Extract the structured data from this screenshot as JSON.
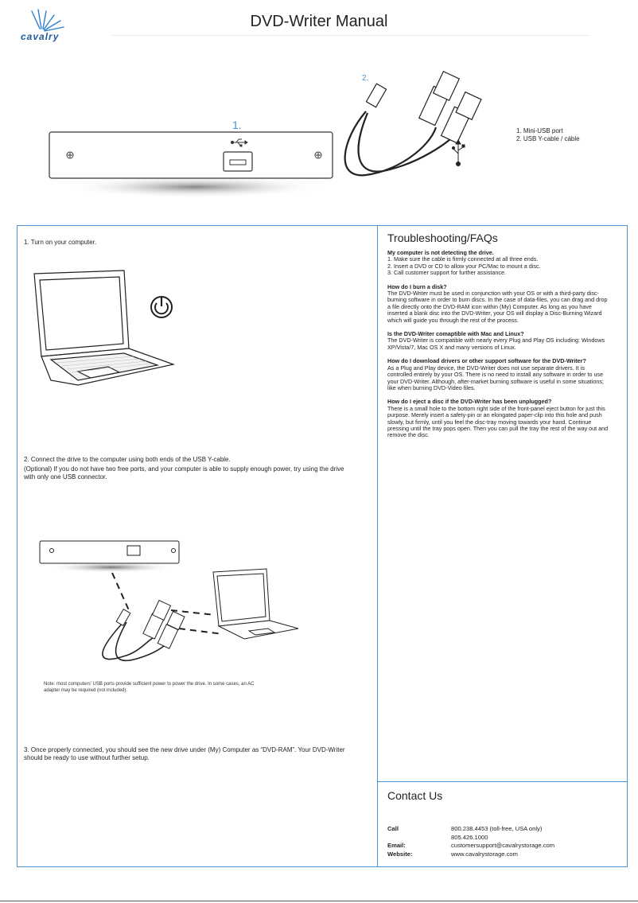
{
  "brand": {
    "name": "cavalry"
  },
  "header": {
    "title": "DVD-Writer Manual"
  },
  "ports": {
    "num1": "1.",
    "num2": "2.",
    "legend": [
      "1. Mini-USB port",
      "2. USB Y-cable / cáble"
    ]
  },
  "steps": {
    "step1": "1. Turn on your computer.",
    "step2_line1": "2. Connect the drive to the computer using both ends of the USB Y-cable.",
    "step2_line2": "(Optional) If you do not have two free ports, and your computer is able to supply enough power, try using the drive with only one USB connector.",
    "note": "Note: most computers' USB ports provide sufficient power to power the drive. In some cases, an AC adapter may be required (not included).",
    "step3": "3. Once properly connected, you should see the new drive under (My) Computer as “DVD-RAM”. Your DVD-Writer should be ready to use without further setup."
  },
  "faq": {
    "title": "Troubleshooting/FAQs",
    "items": [
      {
        "q": "My computer is not detecting the drive.",
        "a": "1. Make sure the cable is firmly connected at all three ends.\n2. Insert a DVD or CD to allow your PC/Mac to mount a disc.\n3. Call customer support for further assistance."
      },
      {
        "q": "How do I burn a disk?",
        "a": "The DVD-Writer must be used in conjunction with your OS or with a third-party disc-burning software in order to burn discs. In the case of data-files, you can drag and drop a file directly onto the DVD-RAM icon within (My) Computer. As long as you have inserted a blank disc into the DVD-Writer, your OS will display a Disc-Burning Wizard which will guide you through the rest of the process."
      },
      {
        "q": "Is the DVD-Writer comaptible with Mac and Linux?",
        "a": "The DVD-Writer is compatible with nearly every Plug and Play OS including: Windows XP/Vista/7, Mac OS X and many versions of Linux."
      },
      {
        "q": "How do I download drivers or other support software for the DVD-Writer?",
        "a": "As a Plug and Play device, the DVD-Writer does not use separate drivers. It is controlled entirely by your OS. There is no need to install any software in order to use your DVD-Writer. Although, after-market burning software is useful in some situations; like when burning DVD-Video files."
      },
      {
        "q": "How do I eject a disc if the DVD-Writer has been unplugged?",
        "a": "There is a small hole to the bottom right side of the front-panel eject button for just this purpose. Merely insert a safety-pin or an elongated paper-clip into this hole and push slowly, but firmly, until you feel the disc-tray moving towards your hand. Continue pressing until the tray pops open. Then you can pull the tray the rest of the way out and remove the disc."
      }
    ]
  },
  "contact": {
    "title": "Contact Us",
    "call_label": "Call",
    "call_values": [
      "800.238.4453 (toll-free, USA only)",
      "805.426.1000"
    ],
    "email_label": "Email:",
    "email_value": "customersupport@cavalrystorage.com",
    "website_label": "Website:",
    "website_value": "www.cavalrystorage.com"
  }
}
